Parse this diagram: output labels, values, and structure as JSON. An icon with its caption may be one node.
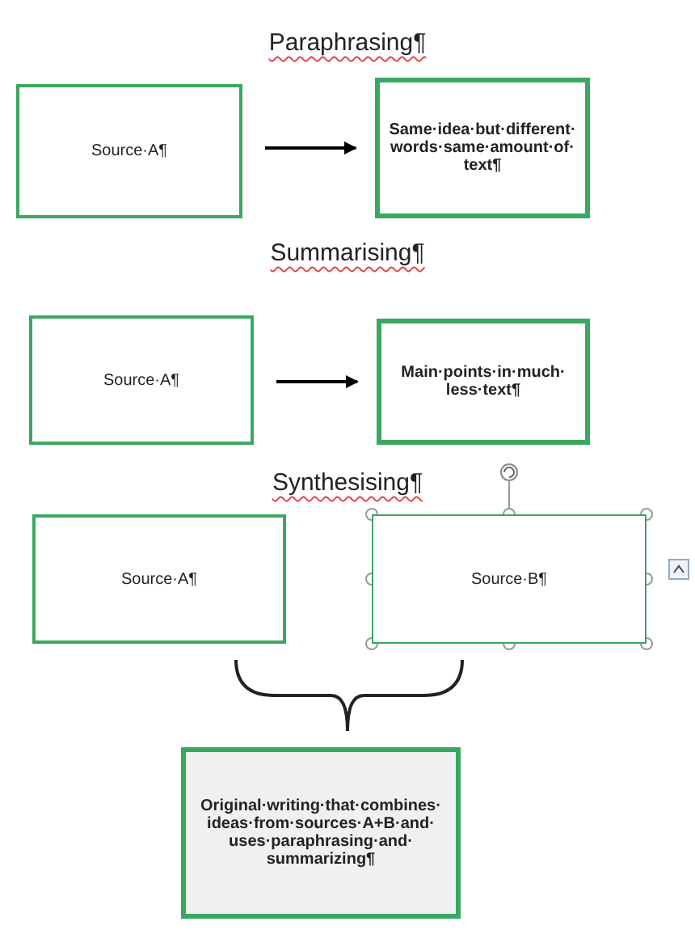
{
  "diagram": {
    "nodes": [
      {
        "text": [
          "Source·A¶"
        ]
      },
      {
        "text": [
          "Same·idea·but·different·words·same·amount·of·text¶"
        ]
      },
      {
        "text": [
          "Source·A¶"
        ]
      },
      {
        "text": [
          "Main·points·in·much·less·text¶"
        ]
      },
      {
        "text": [
          "Source·A¶"
        ]
      },
      {
        "text": [
          "Source·B¶"
        ]
      },
      {
        "text": [
          "Original·writing·that·combines·ideas·from·sources·A+B·and·uses·paraphrasing·and·summarizing¶"
        ]
      }
    ],
    "edges": [
      {
        "from": 0,
        "to": 1,
        "arrow": "to"
      },
      {
        "from": 2,
        "to": 3,
        "arrow": "to"
      }
    ],
    "labels": [
      "Paraphrasing¶",
      "Summarising¶",
      "Synthesising¶"
    ]
  }
}
